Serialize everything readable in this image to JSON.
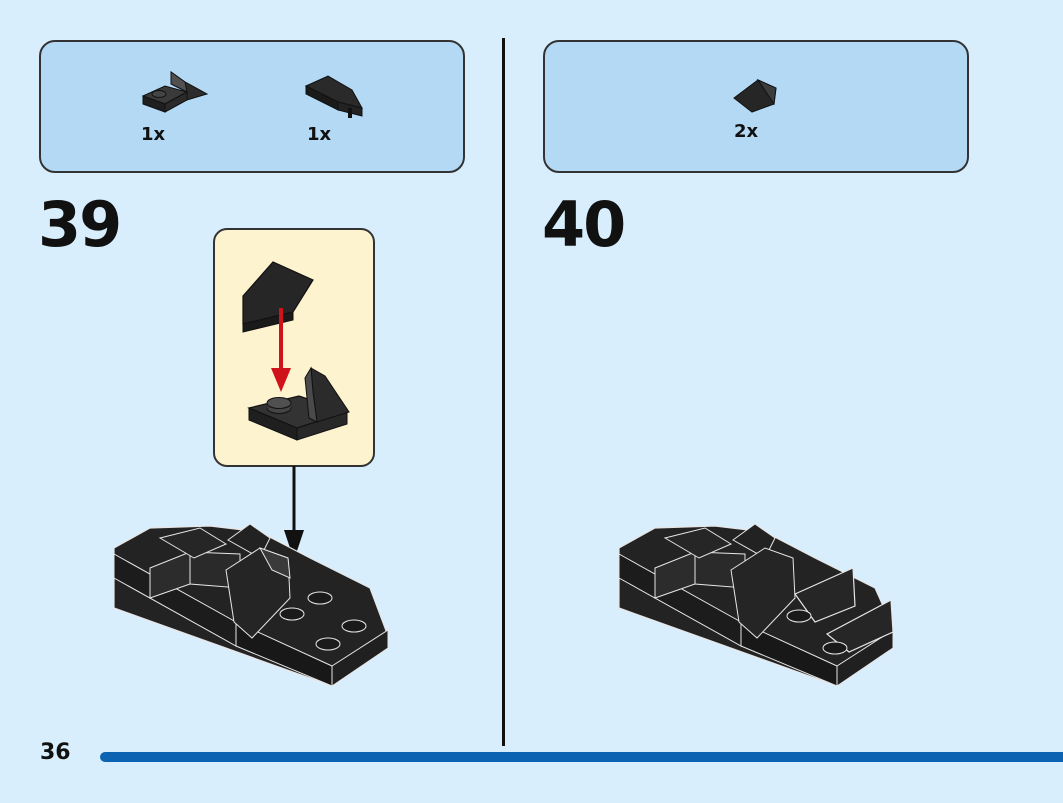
{
  "steps": [
    {
      "number": "39",
      "parts": [
        {
          "qty": "1x",
          "icon": "plate-with-wedge-slope-icon"
        },
        {
          "qty": "1x",
          "icon": "wedge-slope-piece-icon"
        }
      ]
    },
    {
      "number": "40",
      "parts": [
        {
          "qty": "2x",
          "icon": "wedge-tile-piece-icon"
        }
      ]
    }
  ],
  "page_number": "36",
  "colors": {
    "background": "#d9eefc",
    "parts_box": "#b3d9f5",
    "callout": "#fdf3cf",
    "brick": "#1f1f1f",
    "arrow_red": "#d0121b",
    "page_bar": "#0c63b1"
  }
}
